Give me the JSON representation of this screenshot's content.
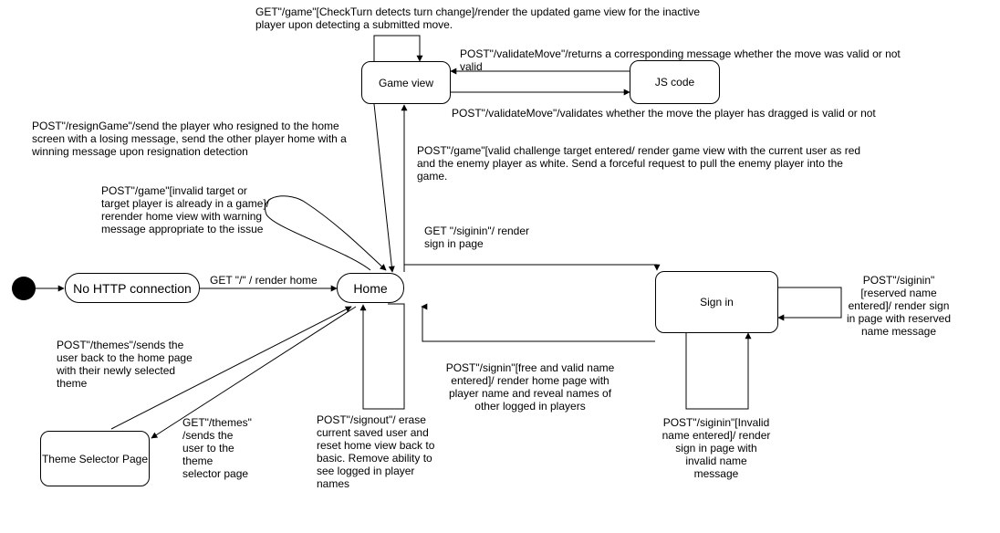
{
  "nodes": {
    "no_http": "No HTTP connection",
    "home": "Home",
    "game_view": "Game view",
    "js_code": "JS code",
    "sign_in": "Sign in",
    "theme_selector": "Theme Selector Page"
  },
  "transitions": {
    "get_root": "GET \"/\" / render home",
    "check_turn": "GET\"/game\"[CheckTurn detects turn change]/render the updated game view for the inactive\nplayer upon detecting a submitted move.",
    "validate_return": "POST\"/validateMove\"/returns a corresponding message whether the move was valid or not\nvalid",
    "validate_send": "POST\"/validateMove\"/validates whether the move the player has dragged is valid or not",
    "resign": "POST\"/resignGame\"/send the player who resigned to the home\nscreen with a losing message, send the other player home with a\nwinning message upon resignation detection",
    "game_challenge": "POST\"/game\"[valid challenge target entered/ render game view with the current user as red\nand the enemy player as white. Send a forceful request to pull the enemy player into the\ngame.",
    "game_invalid": "POST\"/game\"[invalid target or\ntarget player is already in a game]/\nrerender home view with warning\nmessage appropriate to the issue",
    "get_signin": "GET \"/siginin\"/ render\nsign in page",
    "signin_reserved": "POST\"/siginin\"\n[reserved name\nentered]/ render sign\nin page with reserved\nname message",
    "signin_free": "POST\"/signin\"[free and valid name\nentered]/ render home page with\nplayer name and reveal names of\nother logged in players",
    "signin_invalid": "POST\"/siginin\"[Invalid\nname entered]/ render\nsign in page with\ninvalid name\nmessage",
    "signout": "POST\"/signout\"/ erase\ncurrent saved user and\nreset home view back to\nbasic. Remove ability to\nsee logged in player\nnames",
    "themes_post": "POST\"/themes\"/sends the\nuser back to the home page\nwith their newly selected\ntheme",
    "themes_get": "GET\"/themes\"\n/sends the\nuser to the\ntheme\nselector page"
  },
  "colors": {
    "stroke": "#000000",
    "fill": "#ffffff",
    "initial": "#000000"
  }
}
